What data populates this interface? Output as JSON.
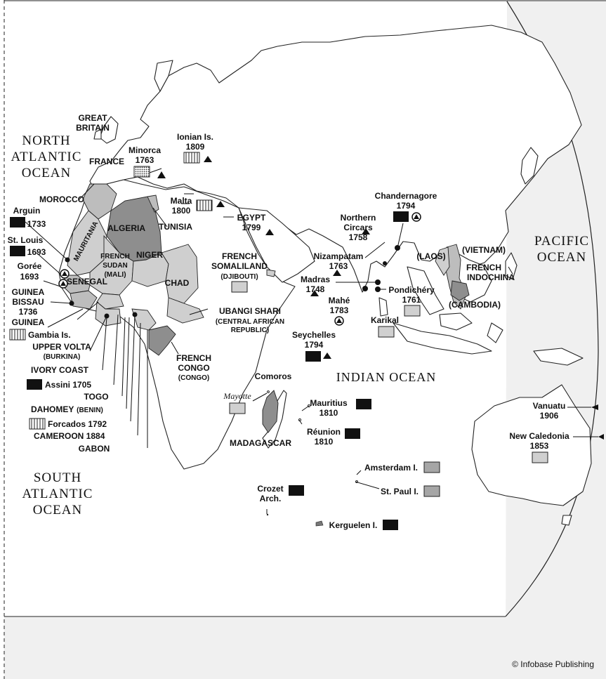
{
  "oceans": {
    "north_atlantic": [
      "NORTH",
      "ATLANTIC",
      "OCEAN"
    ],
    "south_atlantic": [
      "SOUTH",
      "ATLANTIC",
      "OCEAN"
    ],
    "pacific": [
      "PACIFIC",
      "OCEAN"
    ],
    "indian": "INDIAN OCEAN"
  },
  "labels": {
    "great_britain": [
      "GREAT",
      "BRITAIN"
    ],
    "france": "FRANCE",
    "minorca": [
      "Minorca",
      "1763"
    ],
    "ionian": [
      "Ionian Is.",
      "1809"
    ],
    "malta": [
      "Malta",
      "1800"
    ],
    "morocco": "MOROCCO",
    "algeria": "ALGERIA",
    "tunisia": "TUNISIA",
    "egypt": [
      "EGYPT",
      "1799"
    ],
    "arguin": [
      "Arguin",
      "1733"
    ],
    "st_louis": [
      "St. Louis",
      "1693"
    ],
    "goree": [
      "Gorée",
      "1693"
    ],
    "mauritania": "MAURITANIA",
    "senegal": "SENEGAL",
    "french_sudan": [
      "FRENCH",
      "SUDAN",
      "(MALI)"
    ],
    "niger": "NIGER",
    "chad": "CHAD",
    "guinea_bissau": [
      "GUINEA",
      "BISSAU",
      "1736"
    ],
    "guinea": "GUINEA",
    "gambia": "Gambia Is.",
    "upper_volta": [
      "UPPER VOLTA",
      "(BURKINA)"
    ],
    "ivory_coast": "IVORY COAST",
    "assini": "Assini 1705",
    "togo": "TOGO",
    "dahomey": [
      "DAHOMEY",
      "(BENIN)"
    ],
    "forcados": "Forcados 1792",
    "cameroon": "CAMEROON 1884",
    "gabon": "GABON",
    "french_somaliland": [
      "FRENCH",
      "SOMALILAND",
      "(DJIBOUTI)"
    ],
    "ubangi_shari": [
      "UBANGI SHARI",
      "(CENTRAL AFRICAN",
      "REPUBLIC)"
    ],
    "french_congo": [
      "FRENCH",
      "CONGO",
      "(CONGO)"
    ],
    "comoros": "Comoros",
    "mayotte": "Mayotte",
    "madagascar": "MADAGASCAR",
    "mauritius": [
      "Mauritius",
      "1810"
    ],
    "reunion": [
      "Réunion",
      "1810"
    ],
    "seychelles": [
      "Seychelles",
      "1794"
    ],
    "chandernagore": [
      "Chandernagore",
      "1794"
    ],
    "northern_circars": [
      "Northern",
      "Circars",
      "1758"
    ],
    "nizampatam": [
      "Nizampatam",
      "1763"
    ],
    "madras": [
      "Madras",
      "1748"
    ],
    "mahe": [
      "Mahé",
      "1783"
    ],
    "pondichery": [
      "Pondichéry",
      "1761"
    ],
    "karikal": "Karikal",
    "vietnam": "(VIETNAM)",
    "laos": "(LAOS)",
    "french_indochina": [
      "FRENCH",
      "INDOCHINA"
    ],
    "cambodia": "(CAMBODIA)",
    "vanuatu": [
      "Vanuatu",
      "1906"
    ],
    "new_caledonia": [
      "New Caledonia",
      "1853"
    ],
    "amsterdam": "Amsterdam I.",
    "st_paul": "St. Paul I.",
    "crozet": [
      "Crozet",
      "Arch."
    ],
    "kerguelen": "Kerguelen I."
  },
  "copyright": "© Infobase Publishing",
  "colors": {
    "holding_dark": "#8e8e8e",
    "holding_mid": "#bdbdbd",
    "holding_light": "#cfcfcf",
    "box_black": "#111111",
    "box_gray": "#a6a6a6",
    "box_light": "#d0d0d0"
  }
}
